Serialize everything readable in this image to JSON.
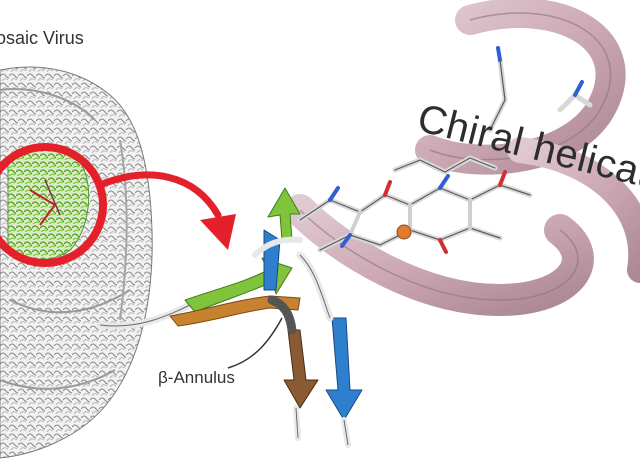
{
  "labels": {
    "virus": "osaic Virus",
    "annulus": "β-Annulus",
    "helicate": "Chiral helicat"
  },
  "colors": {
    "highlight_circle": "#e4202a",
    "arrow": "#e4202a",
    "strand_green": "#7fc43a",
    "strand_orange": "#c7822f",
    "strand_blue": "#2f7fcf",
    "strand_brown": "#8a5a32",
    "helix_mauve": "#c49aa8",
    "virus_gray": "#8c8c8c",
    "virus_green": "#6aa83a"
  }
}
